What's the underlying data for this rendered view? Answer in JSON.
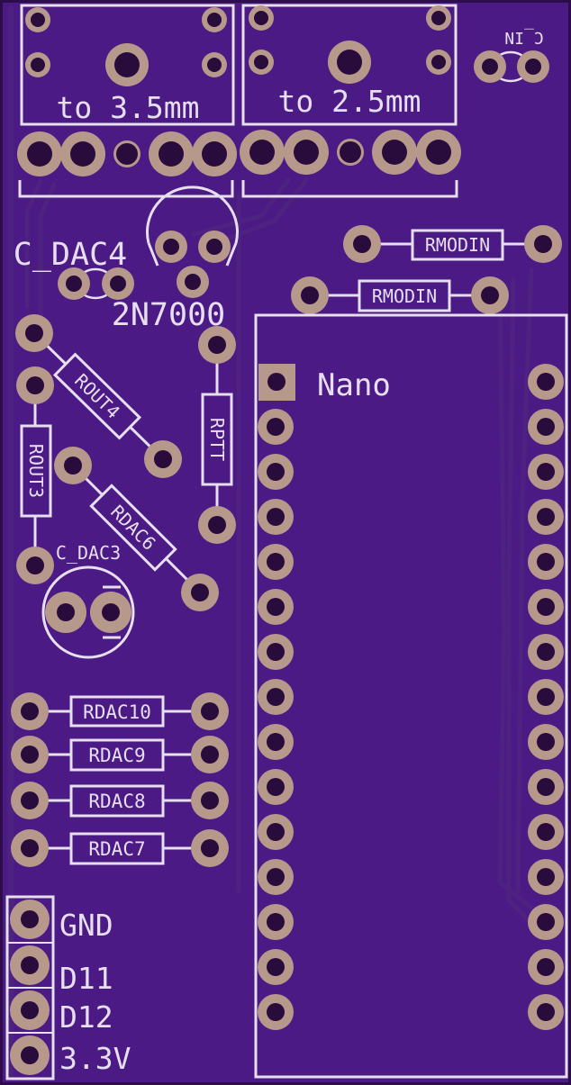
{
  "board": {
    "colors": {
      "board": "#4b1a84",
      "board_edge": "#2c0d4a",
      "silkscreen": "#e6dff0",
      "pad": "#b7998b",
      "drill": "#2a0c3c",
      "trace": "#55258a"
    }
  },
  "connectors": {
    "jack_35_label": "to 3.5mm",
    "jack_25_label": "to 2.5mm"
  },
  "components": {
    "c_in": "C_IN",
    "c_dac4": "C_DAC4",
    "transistor": "2N7000",
    "rmodin_top": "RMODIN",
    "rmodin_bottom": "RMODIN",
    "rout4": "ROUT4",
    "rout3": "ROUT3",
    "rptt": "RPTT",
    "rdac6": "RDAC6",
    "c_dac3": "C_DAC3",
    "rdac10": "RDAC10",
    "rdac9": "RDAC9",
    "rdac8": "RDAC8",
    "rdac7": "RDAC7",
    "nano": "Nano"
  },
  "header": {
    "pins": [
      "GND",
      "D11",
      "D12",
      "3.3V"
    ]
  }
}
